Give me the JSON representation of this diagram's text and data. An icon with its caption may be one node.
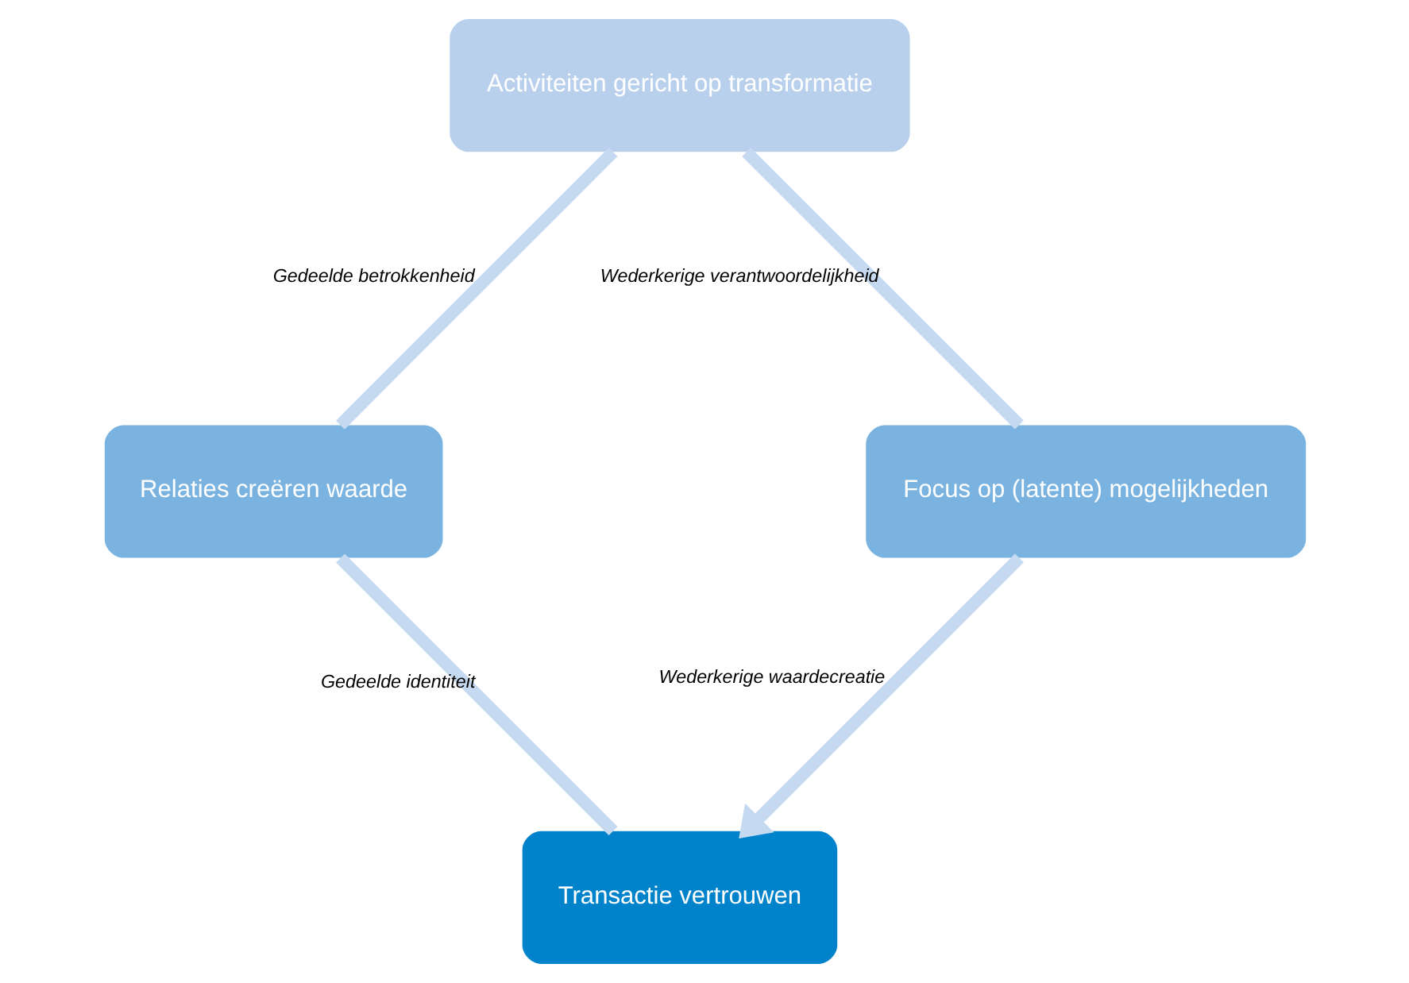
{
  "diagram": {
    "nodes": [
      {
        "text": [
          "Transactie vertrouwen"
        ]
      },
      {
        "text": [
          "Relaties creëren waarde"
        ]
      },
      {
        "text": [
          "Activiteiten gericht op transformatie"
        ]
      },
      {
        "text": [
          "Focus op (latente) mogelijkheden"
        ]
      }
    ],
    "edges": [
      {
        "from": 0,
        "to": 1,
        "arrow": "none",
        "label": "Gedeelde identiteit"
      },
      {
        "from": 1,
        "to": 2,
        "arrow": "none",
        "label": "Gedeelde betrokkenheid"
      },
      {
        "from": 2,
        "to": 3,
        "arrow": "none",
        "label": "Wederkerige verantwoordelijkheid"
      },
      {
        "from": 3,
        "to": 0,
        "arrow": "to",
        "label": "Wederkerige waardecreatie"
      }
    ]
  }
}
